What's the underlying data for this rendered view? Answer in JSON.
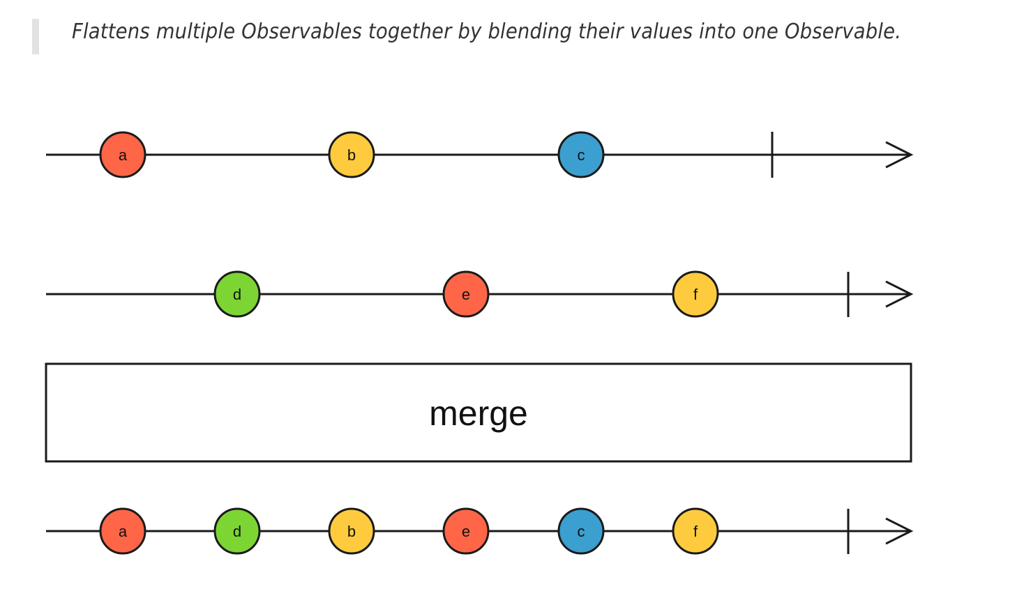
{
  "description": "Flattens multiple Observables together by blending their values into one Observable.",
  "operator": {
    "label": "merge"
  },
  "colors": {
    "red": "#fe6647",
    "yellow": "#fecb3f",
    "blue": "#3b9fcf",
    "green": "#7dd534",
    "line": "#1a1a1a"
  },
  "input_timelines": [
    {
      "marbles": [
        {
          "label": "a",
          "color": "red"
        },
        {
          "label": "b",
          "color": "yellow"
        },
        {
          "label": "c",
          "color": "blue"
        }
      ]
    },
    {
      "marbles": [
        {
          "label": "d",
          "color": "green"
        },
        {
          "label": "e",
          "color": "red"
        },
        {
          "label": "f",
          "color": "yellow"
        }
      ]
    }
  ],
  "output_timeline": {
    "marbles": [
      {
        "label": "a",
        "color": "red"
      },
      {
        "label": "d",
        "color": "green"
      },
      {
        "label": "b",
        "color": "yellow"
      },
      {
        "label": "e",
        "color": "red"
      },
      {
        "label": "c",
        "color": "blue"
      },
      {
        "label": "f",
        "color": "yellow"
      }
    ]
  }
}
